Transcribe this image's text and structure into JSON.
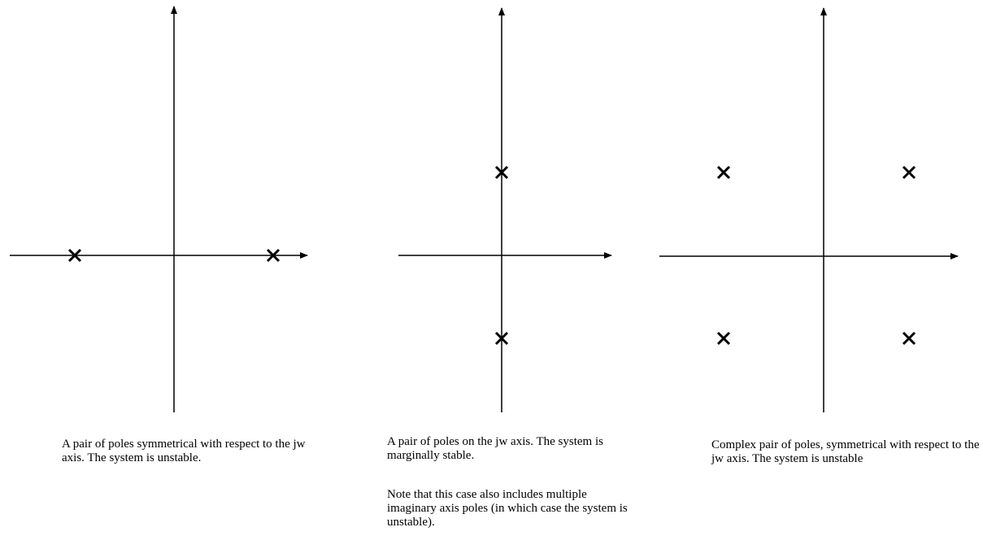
{
  "panels": [
    {
      "id": "symmetric-real",
      "poles": [
        [
          -1,
          0
        ],
        [
          1,
          0
        ]
      ],
      "caption": "A pair of poles symmetrical with respect to the jw axis. The system is unstable."
    },
    {
      "id": "imaginary-axis",
      "poles": [
        [
          0,
          1
        ],
        [
          0,
          -1
        ]
      ],
      "caption": "A pair of poles on the jw axis. The system is marginally stable.",
      "note": "Note that this case also includes multiple imaginary axis poles (in which case the system is unstable)."
    },
    {
      "id": "complex-symmetric",
      "poles": [
        [
          -1,
          1
        ],
        [
          1,
          1
        ],
        [
          -1,
          -1
        ],
        [
          1,
          -1
        ]
      ],
      "caption": "Complex pair of poles, symmetrical with respect to the jw axis. The system is unstable"
    }
  ],
  "style": {
    "stroke_color": "#000000",
    "background": "#ffffff"
  }
}
